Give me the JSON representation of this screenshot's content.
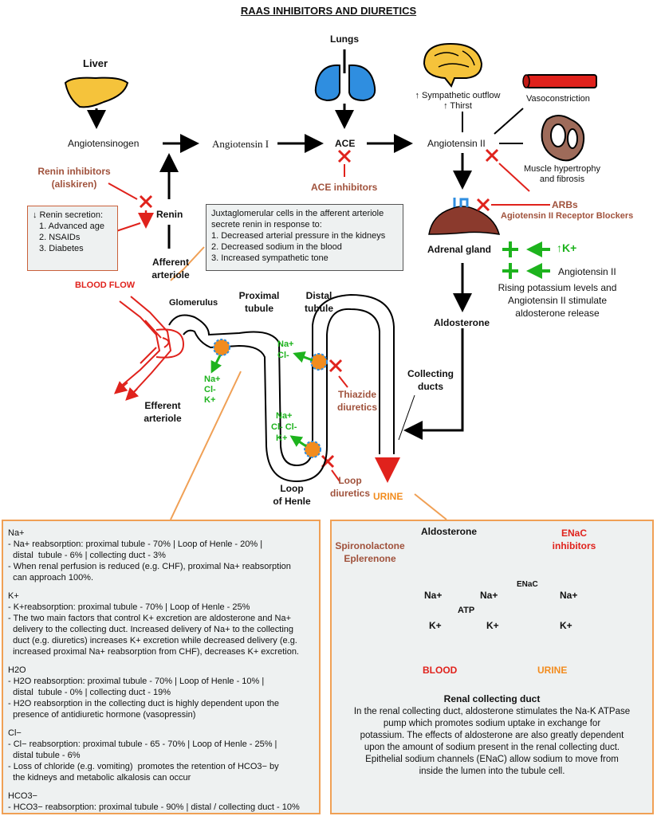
{
  "title": "RAAS INHIBITORS AND DIURETICS",
  "top": {
    "liver": "Liver",
    "lungs": "Lungs",
    "angiotensinogen": "Angiotensinogen",
    "angiotensin_i": "Angiotensin I",
    "ace": "ACE",
    "angiotensin_ii": "Angiotensin II",
    "symp_outflow": "↑ Sympathetic outflow",
    "thirst": "↑ Thirst",
    "vasoconstriction": "Vasoconstriction",
    "muscle_hyper_1": "Muscle hypertrophy",
    "muscle_hyper_2": "and fibrosis",
    "renin_inhib_1": "Renin inhibitors",
    "renin_inhib_2": "(aliskiren)",
    "ace_inhibitors": "ACE inhibitors",
    "arbs": "ARBs",
    "arbs_full": "Agiotensin II Receptor Blockers",
    "renin": "Renin",
    "adrenal_gland": "Adrenal gland",
    "k_plus": "↑K+",
    "angiotensin_ii_2": "Angiotensin II",
    "rising_1": "Rising potassium levels and",
    "rising_2": "Angiotensin II stimulate",
    "rising_3": "aldosterone release",
    "aldosterone": "Aldosterone",
    "afferent_1": "Afferent",
    "afferent_2": "arteriole",
    "renin_box": {
      "header": "↓ Renin secretion:",
      "items": [
        "1. Advanced age",
        "2. NSAIDs",
        "3. Diabetes"
      ]
    },
    "jg_box": {
      "lines": [
        "Juxtaglomerular cells in the afferent arteriole",
        "secrete renin in response to:",
        "1. Decreased arterial pressure in the kidneys",
        "2. Decreased sodium in the blood",
        "3. Increased sympathetic tone"
      ]
    }
  },
  "nephron": {
    "blood_flow": "BLOOD FLOW",
    "glomerulus": "Glomerulus",
    "proximal_1": "Proximal",
    "proximal_2": "tubule",
    "distal_1": "Distal",
    "distal_2": "tubule",
    "collecting_1": "Collecting",
    "collecting_2": "ducts",
    "efferent_1": "Efferent",
    "efferent_2": "arteriole",
    "loop_1": "Loop",
    "loop_2": "of Henle",
    "urine": "URINE",
    "thiazide_1": "Thiazide",
    "thiazide_2": "diuretics",
    "loop_diur_1": "Loop",
    "loop_diur_2": "diuretics",
    "prox_ions": [
      "Na+",
      "Cl-",
      "K+"
    ],
    "distal_ions": [
      "Na+",
      "Cl-"
    ],
    "loop_ions": [
      "Na+",
      "Cl- Cl-",
      "K+"
    ]
  },
  "left_panel": {
    "sections": [
      {
        "head": "Na+",
        "lines": [
          "- Na+ reabsorption: proximal tubule - 70% | Loop of Henle - 20% |",
          "  distal  tubule - 6% | collecting duct - 3%",
          "- When renal perfusion is reduced (e.g. CHF), proximal Na+ reabsorption",
          "  can approach 100%."
        ]
      },
      {
        "head": "K+",
        "lines": [
          "- K+reabsorption: proximal tubule - 70% | Loop of Henle - 25%",
          "- The two main factors that control K+ excretion are aldosterone and Na+",
          "  delivery to the collecting duct. Increased delivery of Na+ to the collecting",
          "  duct (e.g. diuretics) increases K+ excretion while decreased delivery (e.g.",
          "  increased proximal Na+ reabsorption from CHF), decreases K+ excretion."
        ]
      },
      {
        "head": "H2O",
        "lines": [
          "- H2O reabsorption: proximal tubule - 70% | Loop of Henle - 10% |",
          "  distal  tubule - 0% | collecting duct - 19%",
          "- H2O reabsorption in the collecting duct is highly dependent upon the",
          "  presence of antidiuretic hormone (vasopressin)"
        ]
      },
      {
        "head": "Cl−",
        "lines": [
          "- Cl− reabsorption: proximal tubule - 65 - 70% | Loop of Henle - 25% |",
          "  distal tubule - 6%",
          "- Loss of chloride (e.g. vomiting)  promotes the retention of HCO3− by",
          "  the kidneys and metabolic alkalosis can occur"
        ]
      },
      {
        "head": "HCO3−",
        "lines": [
          "- HCO3− reabsorption: proximal tubule - 90% | distal / collecting duct - 10%"
        ]
      }
    ]
  },
  "right_panel": {
    "aldosterone": "Aldosterone",
    "spiro_1": "Spironolactone",
    "spiro_2": "Eplerenone",
    "enac_inhib_1": "ENaC",
    "enac_inhib_2": "inhibitors",
    "enac": "ENaC",
    "atp": "ATP",
    "na_left": "Na+",
    "na_mid": "Na+",
    "na_right": "Na+",
    "k_left": "K+",
    "k_mid": "K+",
    "k_right": "K+",
    "blood": "BLOOD",
    "urine": "URINE",
    "heading": "Renal collecting duct",
    "para": [
      "In the renal collecting duct, aldosterone stimulates the Na-K ATPase",
      "pump which promotes sodium uptake in exchange for",
      "potassium. The effects of aldosterone are also greatly dependent",
      "upon the amount of sodium present in the renal collecting duct.",
      "Epithelial sodium channels (ENaC) allow sodium to move from",
      "inside the lumen into the tubule cell."
    ]
  },
  "colors": {
    "red": "#e0221c",
    "brown": "#a0523c",
    "orange": "#f28c1e",
    "green": "#1db31d",
    "cell": "#9ed67a",
    "box_bg": "#eef1f1",
    "box_border": "#f0a055"
  }
}
